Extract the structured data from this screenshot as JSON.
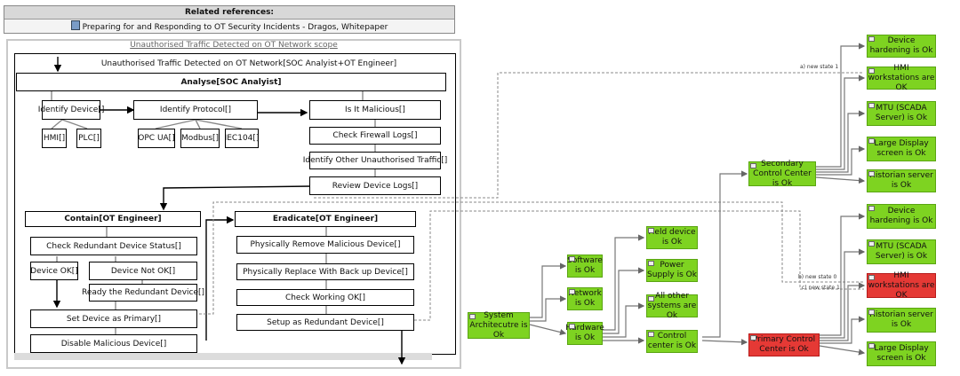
{
  "references": {
    "header": "Related references:",
    "items": [
      "Preparing for and Responding to OT Security Incidents - Dragos, Whitepaper"
    ]
  },
  "scope": {
    "title": "Unauthorised Traffic Detected on OT Network scope",
    "process_title": "Unauthorised Traffic Detected on OT Network[SOC Analyist+OT Engineer]"
  },
  "analyse": {
    "title": "Analyse[SOC Analyist]",
    "identify_device": "Identify Device[]",
    "identify_protocol": "Identify Protocol[]",
    "is_malicious": "Is It Malicious[]",
    "hmi": "HMI[]",
    "plc": "PLC[]",
    "opc": "OPC UA[]",
    "modbus": "Modbus[]",
    "iec": "IEC104[]",
    "firewall": "Check Firewall Logs[]",
    "other_traffic": "Identify Other Unauthorised Traffic[]",
    "device_logs": "Review Device Logs[]"
  },
  "contain": {
    "title": "Contain[OT Engineer]",
    "check_status": "Check Redundant Device Status[]",
    "device_ok": "Device OK[]",
    "device_not_ok": "Device Not OK[]",
    "ready_redundant": "Ready the Redundant Device[]",
    "set_primary": "Set Device as Primary[]",
    "disable": "Disable Malicious Device[]"
  },
  "eradicate": {
    "title": "Eradicate[OT Engineer]",
    "remove": "Physically Remove Malicious Device[]",
    "replace": "Physically Replace With Back up Device[]",
    "check_working": "Check Working OK[]",
    "setup_redundant": "Setup as Redundant Device[]"
  },
  "goals": {
    "system_arch": "System Architecutre is Ok",
    "software": "Software is Ok",
    "network": "Network is Ok",
    "hardware": "Hardware is Ok",
    "field_device": "Field device is Ok",
    "power_supply": "Power Supply is Ok",
    "other_systems": "All other systems are Ok",
    "control_center": "Control center is Ok",
    "secondary": "Secondary Control Center is Ok",
    "primary": "Primary Control Center is Ok",
    "s_hardening": "Device hardening is Ok",
    "s_hmi": "HMI workstations are OK",
    "s_mtu": "MTU (SCADA Server) is Ok",
    "s_display": "Large Display screen is Ok",
    "s_historian": "Historian server is Ok",
    "p_hardening": "Device hardening is Ok",
    "p_mtu": "MTU (SCADA Server) is Ok",
    "p_hmi": "HMI workstations are OK",
    "p_historian": "Historian server is Ok",
    "p_display": "Large Display screen is Ok"
  },
  "edge_labels": {
    "a": "a) new state 1",
    "b": "b) new state 0",
    "c": "c) new state 1"
  },
  "colors": {
    "ok": "#7ed321",
    "fail": "#e53935"
  }
}
